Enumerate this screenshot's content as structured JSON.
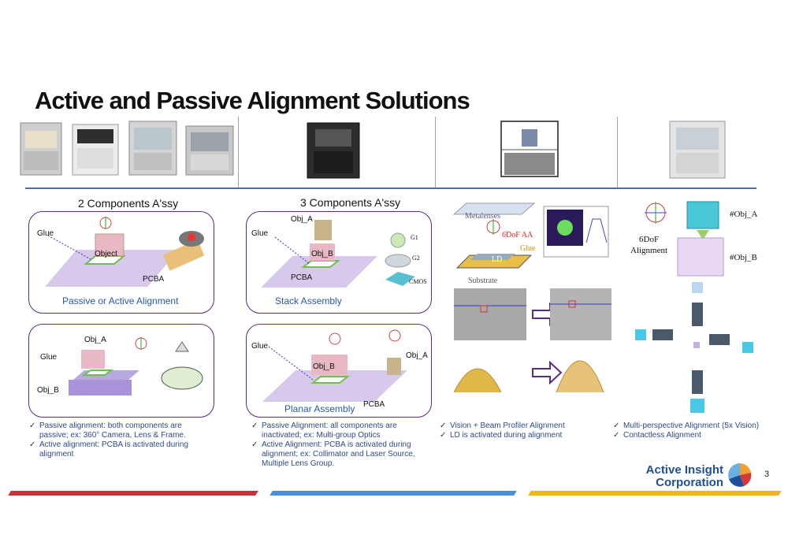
{
  "page": {
    "title": "Active and Passive Alignment Solutions",
    "page_number": "3"
  },
  "sections": {
    "two_comp": {
      "heading": "2 Components A'ssy"
    },
    "three_comp": {
      "heading": "3 Components A'ssy"
    }
  },
  "panels": {
    "p1": {
      "glue": "Glue",
      "object": "Object",
      "pcba": "PCBA",
      "caption": "Passive or Active Alignment"
    },
    "p2": {
      "obj_a": "Obj_A",
      "glue": "Glue",
      "obj_b": "Obj_B",
      "pcba": "PCBA",
      "g1": "G1",
      "g2": "G2",
      "cmos": "CMOS",
      "caption": "Stack Assembly"
    },
    "p3": {
      "obj_a": "Obj_A",
      "glue": "Glue",
      "obj_b": "Obj_B"
    },
    "p4": {
      "glue": "Glue",
      "obj_a": "Obj_A",
      "obj_b": "Obj_B",
      "pcba": "PCBA",
      "caption": "Planar Assembly"
    }
  },
  "col3": {
    "metalenses": "Metalenses",
    "dof": "6DoF AA",
    "glue": "Glue",
    "ld": "LD",
    "substrate": "Substrate"
  },
  "col4": {
    "alignment": "6DoF\nAlignment",
    "obj_a": "#Obj_A",
    "obj_b": "#Obj_B"
  },
  "bullets": {
    "col1": [
      "Passive alignment: both components are passive; ex: 360° Camera, Lens & Frame.",
      "Active alignment: PCBA is activated during alignment"
    ],
    "col2": [
      "Passive Alignment: all components are inactivated; ex: Multi-group Optics",
      "Active Alignment: PCBA is activated during alignment; ex: Collimator and Laser Source, Multiple Lens Group."
    ],
    "col3": [
      "Vision + Beam Profiler Alignment",
      "LD is activated during alignment"
    ],
    "col4": [
      "Multi-perspective Alignment (5x Vision)",
      "Contactless Alignment"
    ]
  },
  "logo": {
    "line1": "Active Insight",
    "line2": "Corporation"
  },
  "colors": {
    "panel_border": "#5b2a86",
    "caption": "#2a58a8",
    "bar_red": "#c8323a",
    "bar_blue": "#4a90d9",
    "bar_yellow": "#f0b429"
  },
  "icons": [
    "machine-photo",
    "axis-gizmo-icon",
    "check-icon",
    "arrow-right-icon",
    "company-logo-icon"
  ]
}
